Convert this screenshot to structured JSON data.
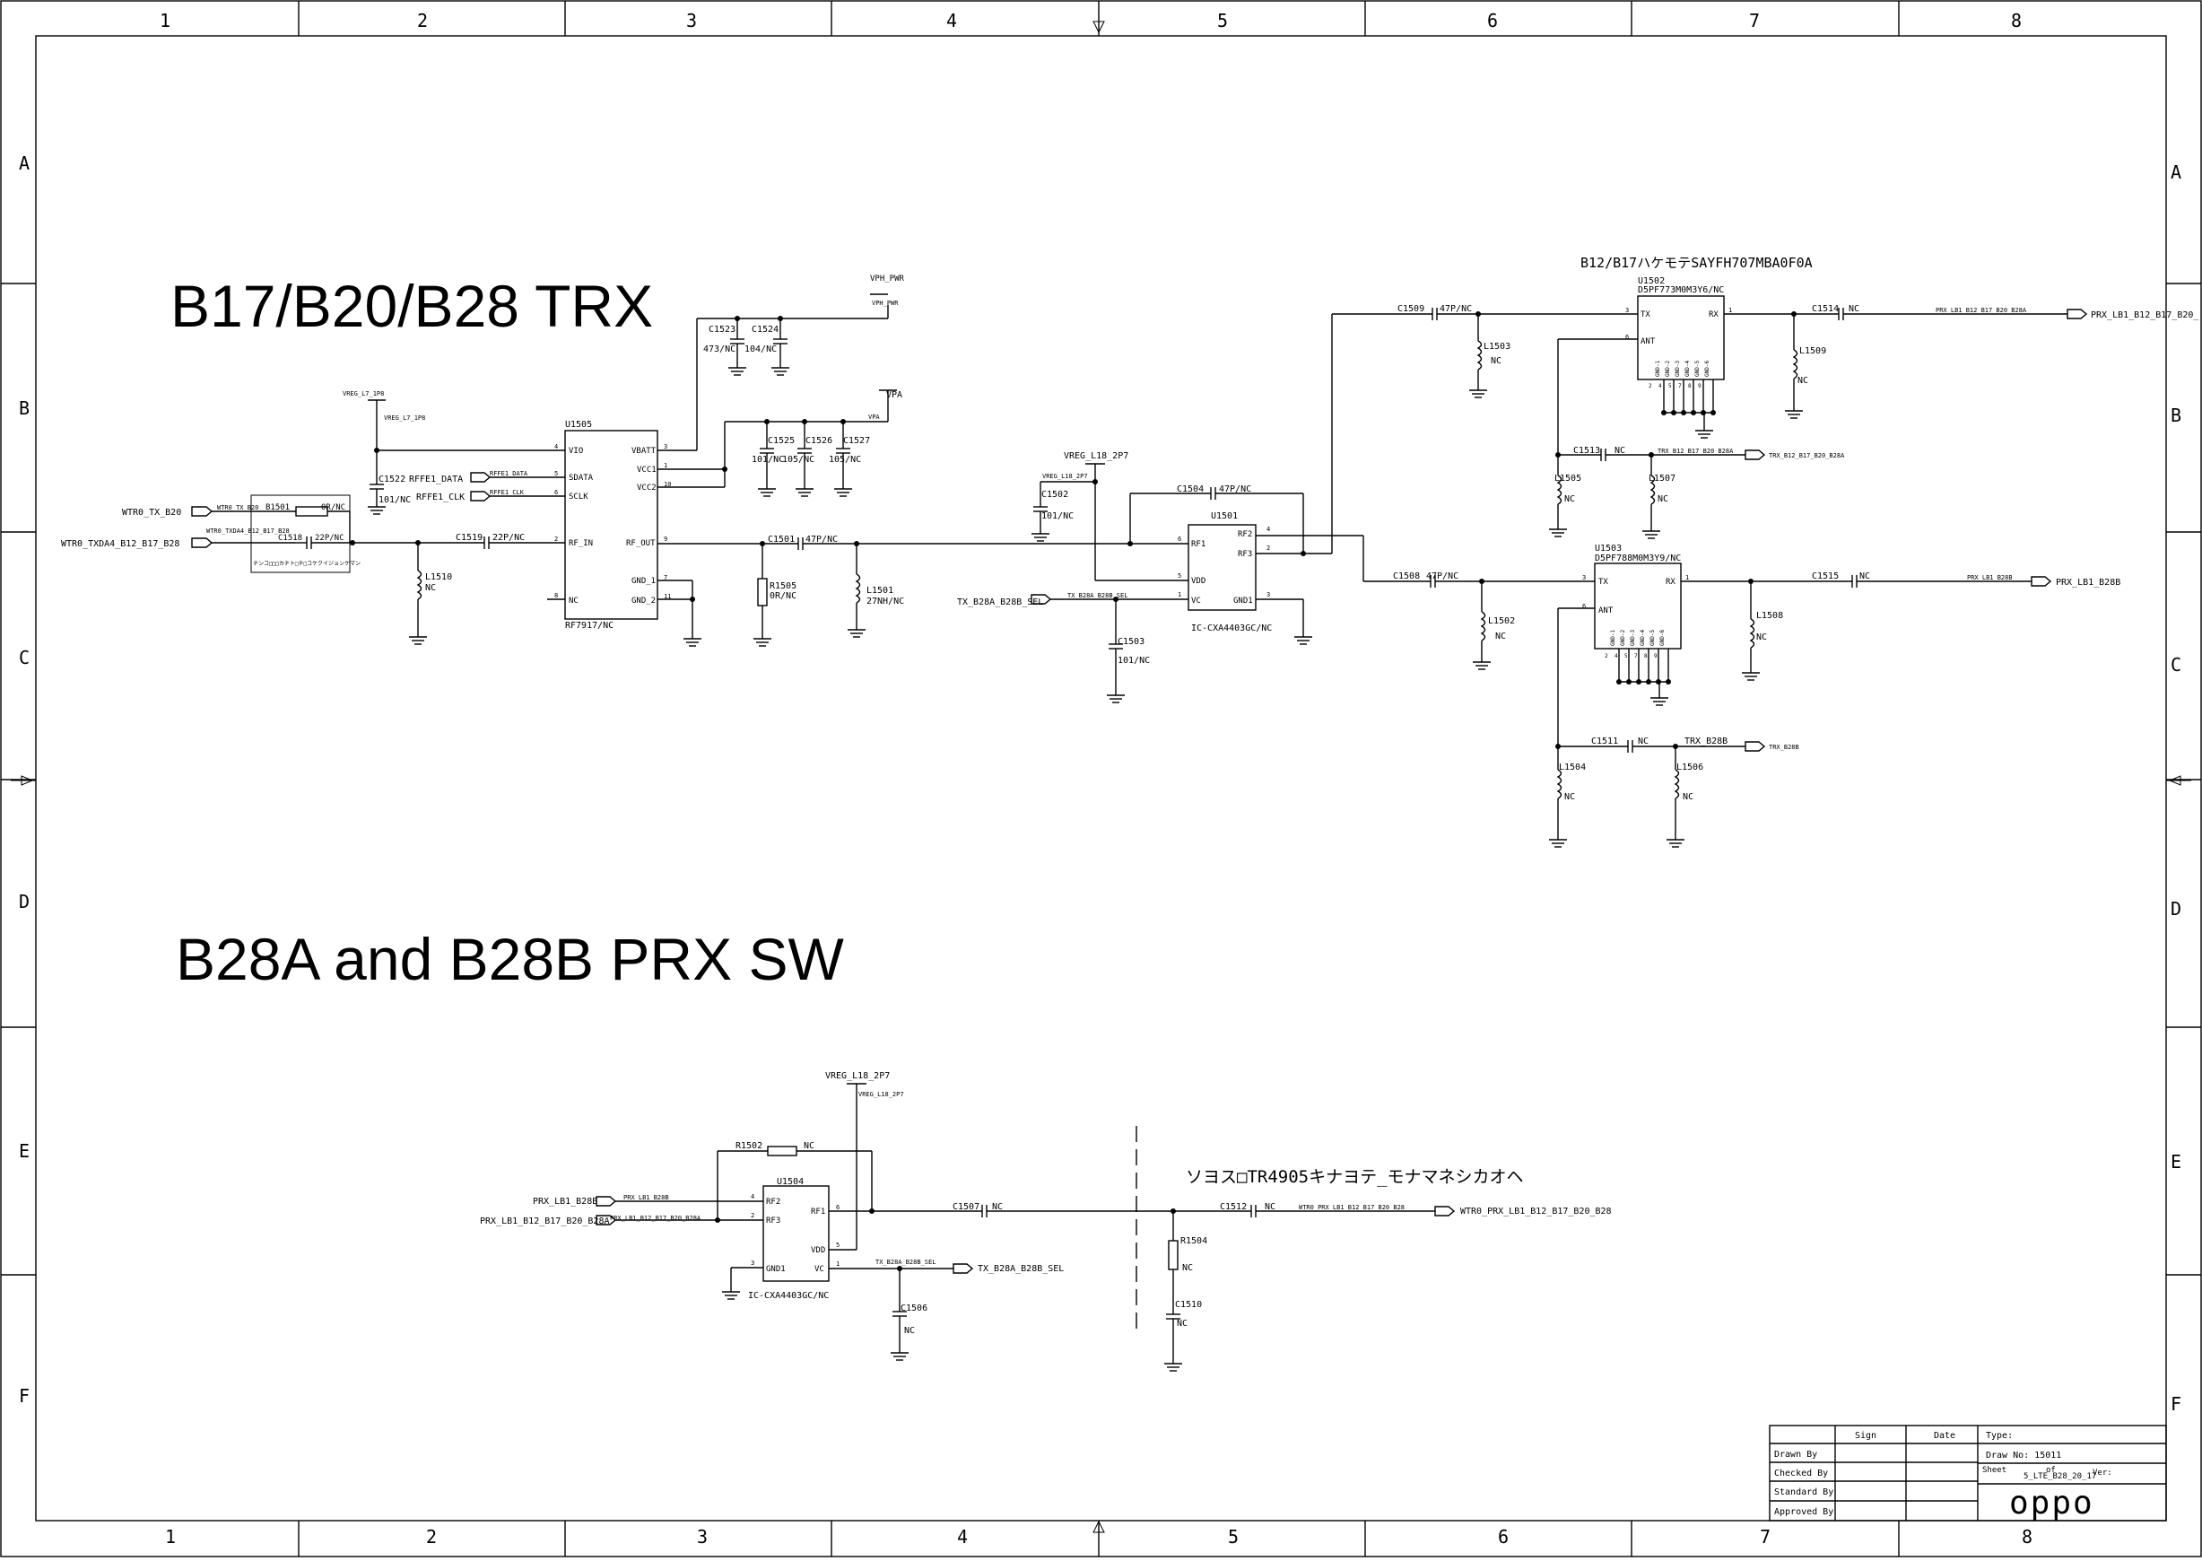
{
  "frame": {
    "columns": [
      "1",
      "2",
      "3",
      "4",
      "5",
      "6",
      "7",
      "8"
    ],
    "rows": [
      "A",
      "B",
      "C",
      "D",
      "E",
      "F"
    ]
  },
  "titles": {
    "trx": "B17/B20/B28  TRX",
    "prx_sw": "B28A and B28B PRX SW",
    "duplexer_note": "B12/B17ハケモテSAYFH707MBA0F0A",
    "jp_note": "ソヨス□TR4905キナヨテ_モナマネシカオヘ"
  },
  "parts": {
    "U1505": {
      "ref": "U1505",
      "part": "RF7917/NC",
      "pins": {
        "vio": "VIO",
        "sdata": "SDATA",
        "sclk": "SCLK",
        "rfin": "RF_IN",
        "nc": "NC",
        "vbatt": "VBATT",
        "vcc1": "VCC1",
        "vcc2": "VCC2",
        "rfout": "RF_OUT",
        "gnd1": "GND_1",
        "gnd2": "GND_2"
      },
      "pin_numbers": {
        "vio": "4",
        "sdata": "5",
        "sclk": "6",
        "rfin": "2",
        "nc": "8",
        "vbatt": "3",
        "vcc1": "1",
        "vcc2": "10",
        "rfout": "9",
        "gnd1": "7",
        "gnd2": "11"
      }
    },
    "U1501": {
      "ref": "U1501",
      "part": "IC-CXA4403GC/NC",
      "pins": {
        "rf1": "RF1",
        "vdd": "VDD",
        "vc": "VC",
        "rf2": "RF2",
        "rf3": "RF3",
        "gnd1": "GND1"
      },
      "pin_numbers": {
        "rf1": "6",
        "vdd": "5",
        "vc": "1",
        "rf2": "4",
        "rf3": "2",
        "gnd1": "3"
      }
    },
    "U1502": {
      "ref": "U1502",
      "part": "D5PF773M0M3Y6/NC",
      "pins": {
        "tx": "TX",
        "rx": "RX",
        "ant": "ANT"
      },
      "pin_numbers": {
        "tx": "3",
        "rx": "1",
        "ant": "6"
      },
      "gnd_pins": [
        "GND-1",
        "GND-2",
        "GND-3",
        "GND-4",
        "GND-5",
        "GND-6"
      ],
      "gnd_numbers": [
        "2",
        "4",
        "5",
        "7",
        "8",
        "9"
      ]
    },
    "U1503": {
      "ref": "U1503",
      "part": "D5PF788M0M3Y9/NC",
      "pins": {
        "tx": "TX",
        "rx": "RX",
        "ant": "ANT"
      },
      "pin_numbers": {
        "tx": "3",
        "rx": "1",
        "ant": "6"
      },
      "gnd_pins": [
        "GND-1",
        "GND-2",
        "GND-3",
        "GND-4",
        "GND-5",
        "GND-6"
      ],
      "gnd_numbers": [
        "2",
        "4",
        "5",
        "7",
        "8",
        "9"
      ]
    },
    "U1504": {
      "ref": "U1504",
      "part": "IC-CXA4403GC/NC",
      "pins": {
        "rf2": "RF2",
        "rf3": "RF3",
        "rf1": "RF1",
        "gnd1": "GND1",
        "vdd": "VDD",
        "vc": "VC"
      },
      "pin_numbers": {
        "rf2": "4",
        "rf3": "2",
        "rf1": "6",
        "gnd1": "3",
        "vdd": "5",
        "vc": "1"
      }
    },
    "B1501": {
      "ref": "B1501",
      "value": "0R/NC",
      "note": "チンコ□□□カチト□チ□コケクイジョンケマン"
    },
    "C1518": {
      "ref": "C1518",
      "value": "22P/NC"
    },
    "C1519": {
      "ref": "C1519",
      "value": "22P/NC"
    },
    "C1522": {
      "ref": "C1522",
      "value": "101/NC"
    },
    "C1523": {
      "ref": "C1523",
      "value": "473/NC"
    },
    "C1524": {
      "ref": "C1524",
      "value": "104/NC"
    },
    "C1525": {
      "ref": "C1525",
      "value": "101/NC"
    },
    "C1526": {
      "ref": "C1526",
      "value": "105/NC"
    },
    "C1527": {
      "ref": "C1527",
      "value": "105/NC"
    },
    "C1501": {
      "ref": "C1501",
      "value": "47P/NC"
    },
    "C1502": {
      "ref": "C1502",
      "value": "101/NC"
    },
    "C1503": {
      "ref": "C1503",
      "value": "101/NC"
    },
    "C1504": {
      "ref": "C1504",
      "value": "47P/NC"
    },
    "C1508": {
      "ref": "C1508",
      "value": "47P/NC"
    },
    "C1509": {
      "ref": "C1509",
      "value": "47P/NC"
    },
    "C1511": {
      "ref": "C1511",
      "value": "NC"
    },
    "C1513": {
      "ref": "C1513",
      "value": "NC"
    },
    "C1514": {
      "ref": "C1514",
      "value": "NC"
    },
    "C1515": {
      "ref": "C1515",
      "value": "NC"
    },
    "C1506": {
      "ref": "C1506",
      "value": "NC"
    },
    "C1507": {
      "ref": "C1507",
      "value": "NC"
    },
    "C1510": {
      "ref": "C1510",
      "value": "NC"
    },
    "C1512": {
      "ref": "C1512",
      "value": "NC"
    },
    "R1505": {
      "ref": "R1505",
      "value": "0R/NC"
    },
    "R1502": {
      "ref": "R1502",
      "value": "NC"
    },
    "R1504": {
      "ref": "R1504",
      "value": "NC"
    },
    "L1510": {
      "ref": "L1510",
      "value": "NC"
    },
    "L1501": {
      "ref": "L1501",
      "value": "27NH/NC"
    },
    "L1502": {
      "ref": "L1502",
      "value": "NC"
    },
    "L1503": {
      "ref": "L1503",
      "value": "NC"
    },
    "L1504": {
      "ref": "L1504",
      "value": "NC"
    },
    "L1505": {
      "ref": "L1505",
      "value": "NC"
    },
    "L1506": {
      "ref": "L1506",
      "value": "NC"
    },
    "L1507": {
      "ref": "L1507",
      "value": "NC"
    },
    "L1508": {
      "ref": "L1508",
      "value": "NC"
    },
    "L1509": {
      "ref": "L1509",
      "value": "NC"
    }
  },
  "nets": {
    "wtr0_tx_b20": "WTR0_TX_B20",
    "wtr0_tx_b20_short": "WTR0_TX_B20",
    "wtr0_txda4": "WTR0_TXDA4_B12_B17_B28",
    "wtr0_txda4_short": "WTR0_TXDA4_B12_B17_B28",
    "vreg_l7": "VREG_L7_1P8",
    "rffe1_data": "RFFE1_DATA",
    "rffe1_clk": "RFFE1_CLK",
    "vph_pwr": "VPH_PWR",
    "vpa": "VPA",
    "vreg_l18": "VREG_L18_2P7",
    "tx_b28a_b28b_sel": "TX_B28A_B28B_SEL",
    "prx_lb1_b12_b17_b20_b28a": "PRX_LB1_B12_B17_B20_B28A",
    "prx_lb1_b12_b17_b20_b28a_cut": "PRX_LB1_B12_B17_B20_",
    "trx_b12_b17_b20_b28a": "TRX_B12_B17_B20_B28A",
    "prx_lb1_b28b": "PRX_LB1_B28B",
    "trx_b28b": "TRX_B28B",
    "wtr0_prx": "WTR0_PRX_LB1_B12_B17_B20_B28"
  },
  "titleblock": {
    "sign": "Sign",
    "date": "Date",
    "type": "Type:",
    "drawn_by": "Drawn By",
    "checked_by": "Checked By",
    "standard_by": "Standard By",
    "approved_by": "Approved By",
    "draw_no": "Draw No: 15011",
    "sheet": "Sheet",
    "of": "of",
    "ver": "Ver:",
    "sheet_name": "5_LTE_B28_20_17",
    "logo": "oppo"
  }
}
